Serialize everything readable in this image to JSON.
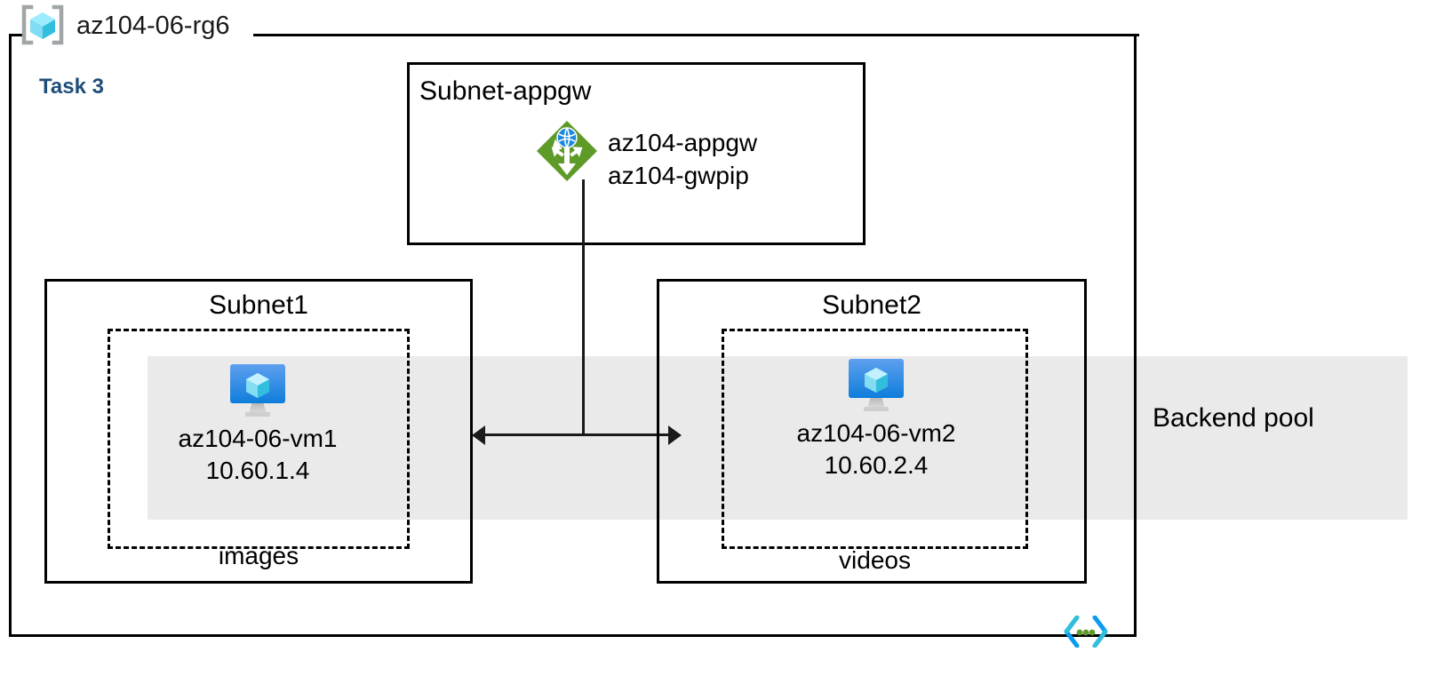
{
  "resource_group": {
    "name": "az104-06-rg6",
    "icon": "resource-group-icon"
  },
  "task": {
    "label": "Task 3",
    "color": "#1f4e79"
  },
  "backend_pool": {
    "label": "Backend pool",
    "band_color": "#eaeaea"
  },
  "subnets": [
    {
      "id": "subnet-appgw",
      "title": "Subnet-appgw",
      "resources": [
        {
          "icon": "application-gateway-icon",
          "lines": [
            "az104-appgw",
            "az104-gwpip"
          ]
        }
      ]
    },
    {
      "id": "subnet1",
      "title": "Subnet1",
      "sublabel": "images",
      "vm": {
        "icon": "virtual-machine-icon",
        "name": "az104-06-vm1",
        "ip": "10.60.1.4"
      }
    },
    {
      "id": "subnet2",
      "title": "Subnet2",
      "sublabel": "videos",
      "vm": {
        "icon": "virtual-machine-icon",
        "name": "az104-06-vm2",
        "ip": "10.60.2.4"
      }
    }
  ],
  "appgw": {
    "line1": "az104-appgw",
    "line2": "az104-gwpip"
  },
  "corner_icon": "virtual-network-icon",
  "colors": {
    "appgw_green": "#5e9a28",
    "vm_blue": "#1b88e0",
    "cube_cyan": "#50e6ff",
    "vnet_cyan": "#0078d4",
    "vnet_green": "#5e9a28",
    "stroke": "#000000"
  }
}
